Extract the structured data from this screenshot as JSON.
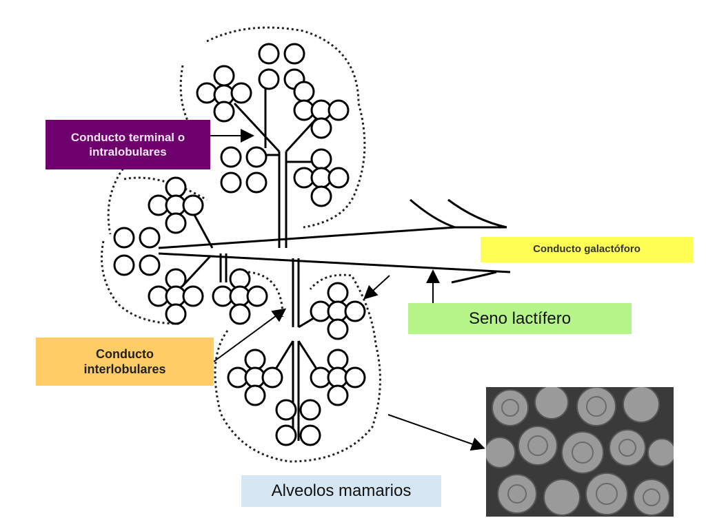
{
  "labels": {
    "terminal_line1": "Conducto terminal o",
    "terminal_line2": "intralobulares",
    "galactoforo": "Conducto galactóforo",
    "seno": "Seno lactífero",
    "interlobular_line1": "Conducto",
    "interlobular_line2": "interlobulares",
    "alveolos": "Alveolos mamarios"
  },
  "icons": {
    "micrograph": "alveoli-electron-micrograph"
  },
  "colors": {
    "terminal_bg": "#6d006d",
    "galactoforo_bg": "#ffff55",
    "seno_bg": "#b6f58a",
    "interlobular_bg": "#ffcc66",
    "alveolos_bg": "#d6e7f3"
  }
}
